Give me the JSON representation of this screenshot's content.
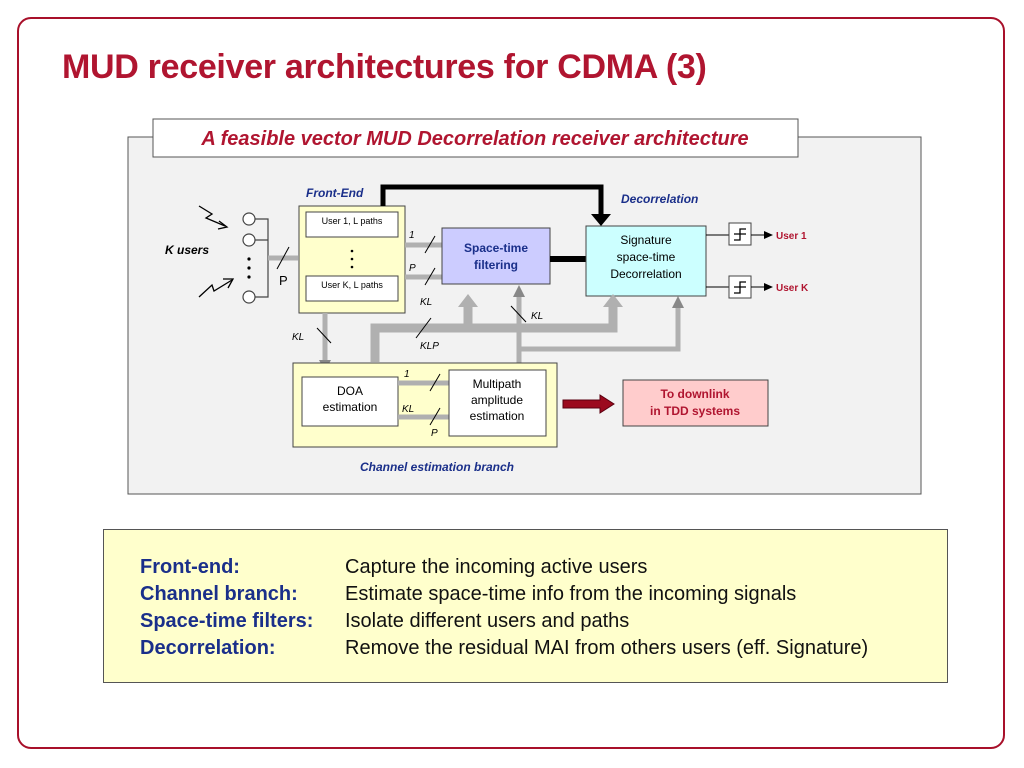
{
  "slide": {
    "title": "MUD receiver architectures for CDMA (3)"
  },
  "diagram": {
    "subtitle": "A feasible vector MUD Decorrelation receiver architecture",
    "front_end_label": "Front-End",
    "decorrelation_label": "Decorrelation",
    "k_users_label": "K users",
    "p_label": "P",
    "user1_paths": "User 1, L paths",
    "userk_paths": "User K, L paths",
    "space_time_filtering": [
      "Space-time",
      "filtering"
    ],
    "signature_block": [
      "Signature",
      "space-time",
      "Decorrelation"
    ],
    "doa_block": [
      "DOA",
      "estimation"
    ],
    "multipath_block": [
      "Multipath",
      "amplitude",
      "estimation"
    ],
    "downlink_block": [
      "To downlink",
      "in TDD systems"
    ],
    "channel_branch_label": "Channel estimation branch",
    "output_user1": "User 1",
    "output_userk": "User K",
    "bus_labels": {
      "one_top": "1",
      "p_top": "P",
      "kl_mid": "KL",
      "kl_right": "KL",
      "klp": "KLP",
      "kl_left": "KL",
      "one_bottom": "1",
      "kl_bottom": "KL",
      "p_bottom": "P"
    },
    "colors": {
      "front_end_fill": "#ffffcc",
      "space_time_fill": "#ccccff",
      "signature_fill": "#ccffff",
      "downlink_fill": "#ffcccc",
      "panel_fill": "#f2f2f2",
      "arrow_gray": "#b0b0b0",
      "accent_red": "#b01530",
      "accent_blue": "#1a2f8a",
      "downlink_arrow": "#9b0a1e"
    }
  },
  "legend": {
    "rows": [
      {
        "term": "Front-end:",
        "description": "Capture the incoming active users"
      },
      {
        "term": "Channel branch:",
        "description": "Estimate space-time info from the incoming signals"
      },
      {
        "term": "Space-time filters:",
        "description": "Isolate different users and paths"
      },
      {
        "term": "Decorrelation:",
        "description": "Remove the residual MAI from others users (eff. Signature)"
      }
    ]
  }
}
